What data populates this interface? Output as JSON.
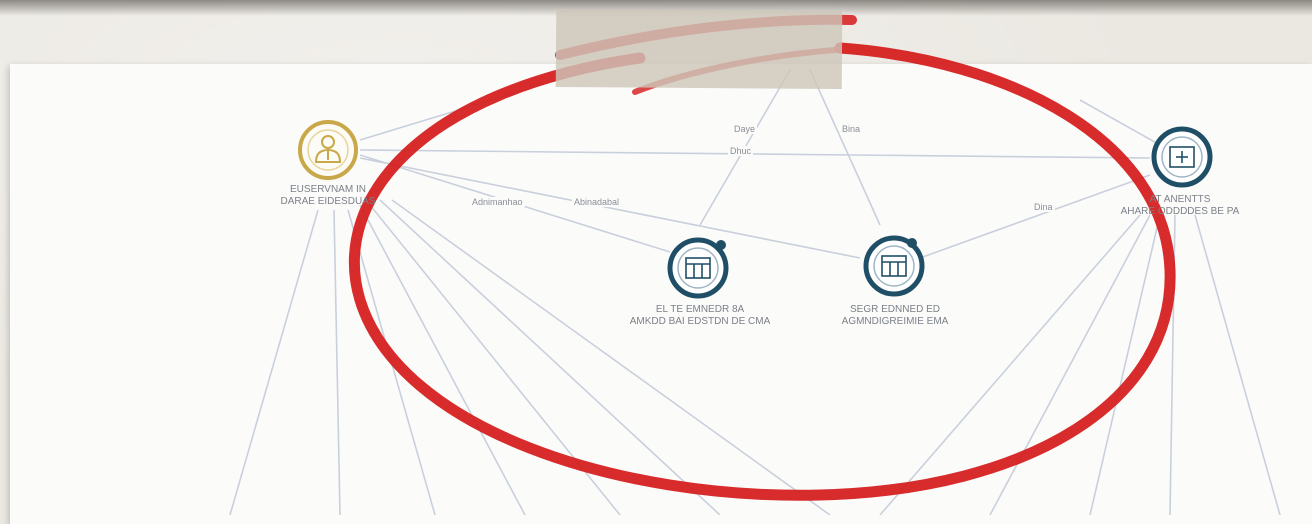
{
  "diagram": {
    "nodes": [
      {
        "id": "person",
        "label_lines": [
          "EUSERVNAM IN",
          "DARAE EIDESDUAS"
        ],
        "color": "#c9a84a",
        "icon": "person-icon"
      },
      {
        "id": "center-left",
        "label_lines": [
          "EL TE EMNEDR 8A",
          "AMKDD BAI EDSTDN DE    CMA"
        ],
        "color": "#1f4f66",
        "icon": "building-icon"
      },
      {
        "id": "center-right",
        "label_lines": [
          "SEGR EDNNED ED",
          "AGMNDIGREIMIE EMA"
        ],
        "color": "#1f4f66",
        "icon": "building-icon"
      },
      {
        "id": "right",
        "label_lines": [
          "AT ANENTTS",
          "AHARE ODDDDES BE PA"
        ],
        "color": "#1f4f66",
        "icon": "hospital-icon"
      }
    ],
    "edge_labels": [
      "Daye",
      "Bina",
      "Dhuc",
      "Adnimanhao",
      "Abinadabal",
      "Dina"
    ]
  }
}
